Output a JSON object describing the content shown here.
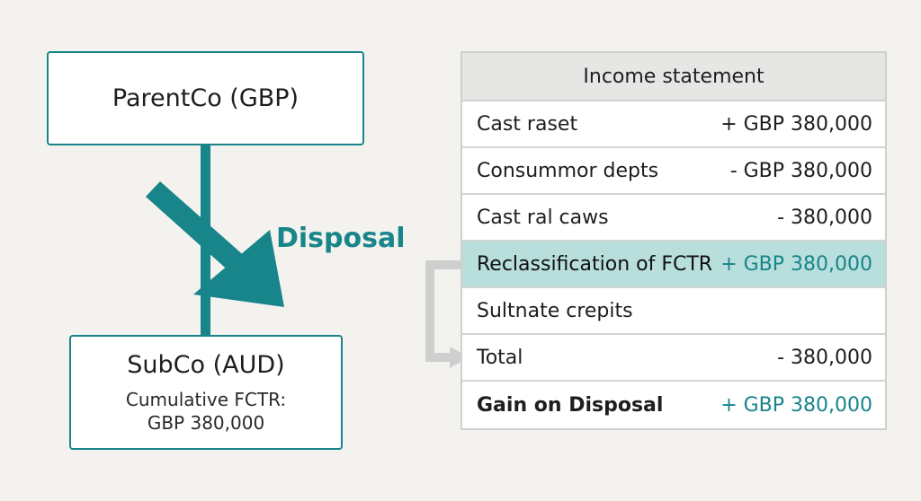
{
  "parent": {
    "label": "ParentCo (GBP)"
  },
  "sub": {
    "label": "SubCo (AUD)",
    "note_line1": "Cumulative FCTR:",
    "note_line2": "GBP 380,000"
  },
  "arrow_label": "Disposal",
  "income_statement": {
    "title": "Income statement",
    "rows": [
      {
        "label": "Cast raset",
        "value": "+ GBP 380,000"
      },
      {
        "label": "Consummor depts",
        "value": "- GBP 380,000"
      },
      {
        "label": "Cast ral caws",
        "value": "- 380,000"
      },
      {
        "label": "Reclassification of FCTR",
        "value": "+ GBP 380,000"
      },
      {
        "label": "Sultnate crepits",
        "value": ""
      },
      {
        "label": "Total",
        "value": "- 380,000"
      },
      {
        "label": "Gain on Disposal",
        "value": "+ GBP 380,000"
      }
    ]
  },
  "colors": {
    "teal": "#17858a",
    "highlight": "#b8dfdc",
    "connector": "#cfcfcf"
  }
}
